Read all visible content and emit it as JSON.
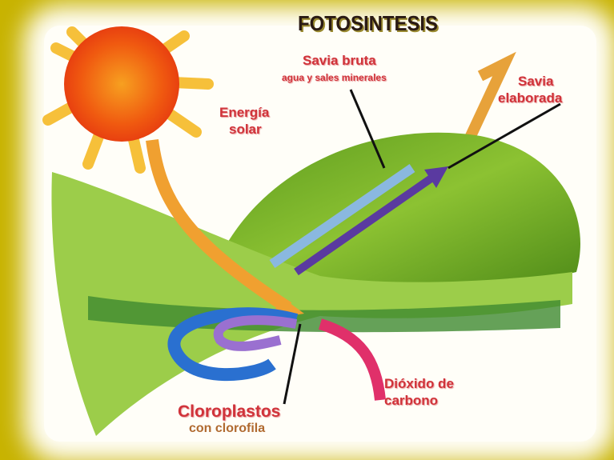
{
  "title": "FOTOSINTESIS",
  "labels": {
    "savia_bruta": "Savia bruta",
    "savia_bruta_sub": "agua y sales minerales",
    "savia_elaborada_1": "Savia",
    "savia_elaborada_2": "elaborada",
    "energia_1": "Energía",
    "energia_2": "solar",
    "dioxido_1": "Dióxido de",
    "dioxido_2": "carbono",
    "cloroplastos": "Cloroplastos",
    "cloroplastos_sub": "con clorofila"
  },
  "colors": {
    "background": "#c8b300",
    "label": "#d0333a",
    "sun": "#f05a10",
    "leaf": "#7fb62a"
  }
}
